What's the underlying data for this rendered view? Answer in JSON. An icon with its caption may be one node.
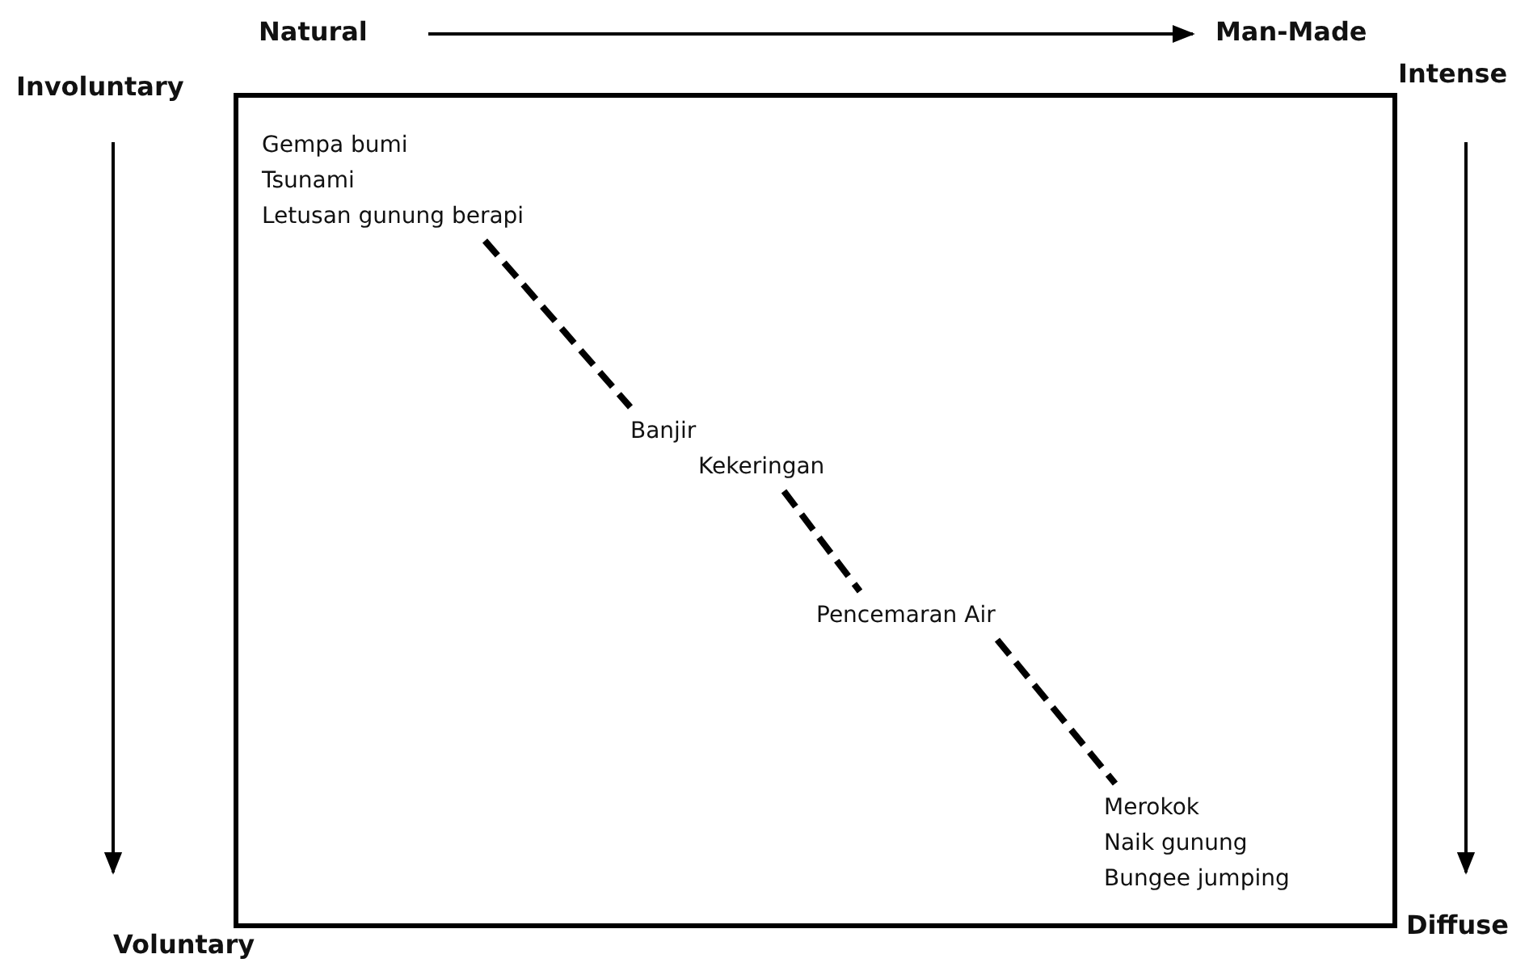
{
  "diagram": {
    "nodes": [
      {
        "text": [
          "Gempa bumi",
          "Tsunami",
          "Letusan gunung berapi"
        ]
      },
      {
        "text": [
          "Banjir"
        ]
      },
      {
        "text": [
          "Kekeringan"
        ]
      },
      {
        "text": [
          "Pencemaran Air"
        ]
      },
      {
        "text": [
          "Merokok",
          "Naik gunung",
          "Bungee jumping"
        ]
      }
    ],
    "edges": [
      {
        "from": 0,
        "to": 1,
        "arrow": "none",
        "style": "dashed"
      },
      {
        "from": 2,
        "to": 3,
        "arrow": "none",
        "style": "dashed"
      },
      {
        "from": 3,
        "to": 4,
        "arrow": "none",
        "style": "dashed"
      }
    ],
    "labels": [
      "Natural",
      "Man-Made",
      "Involuntary",
      "Intense",
      "Voluntary",
      "Diffuse"
    ]
  }
}
